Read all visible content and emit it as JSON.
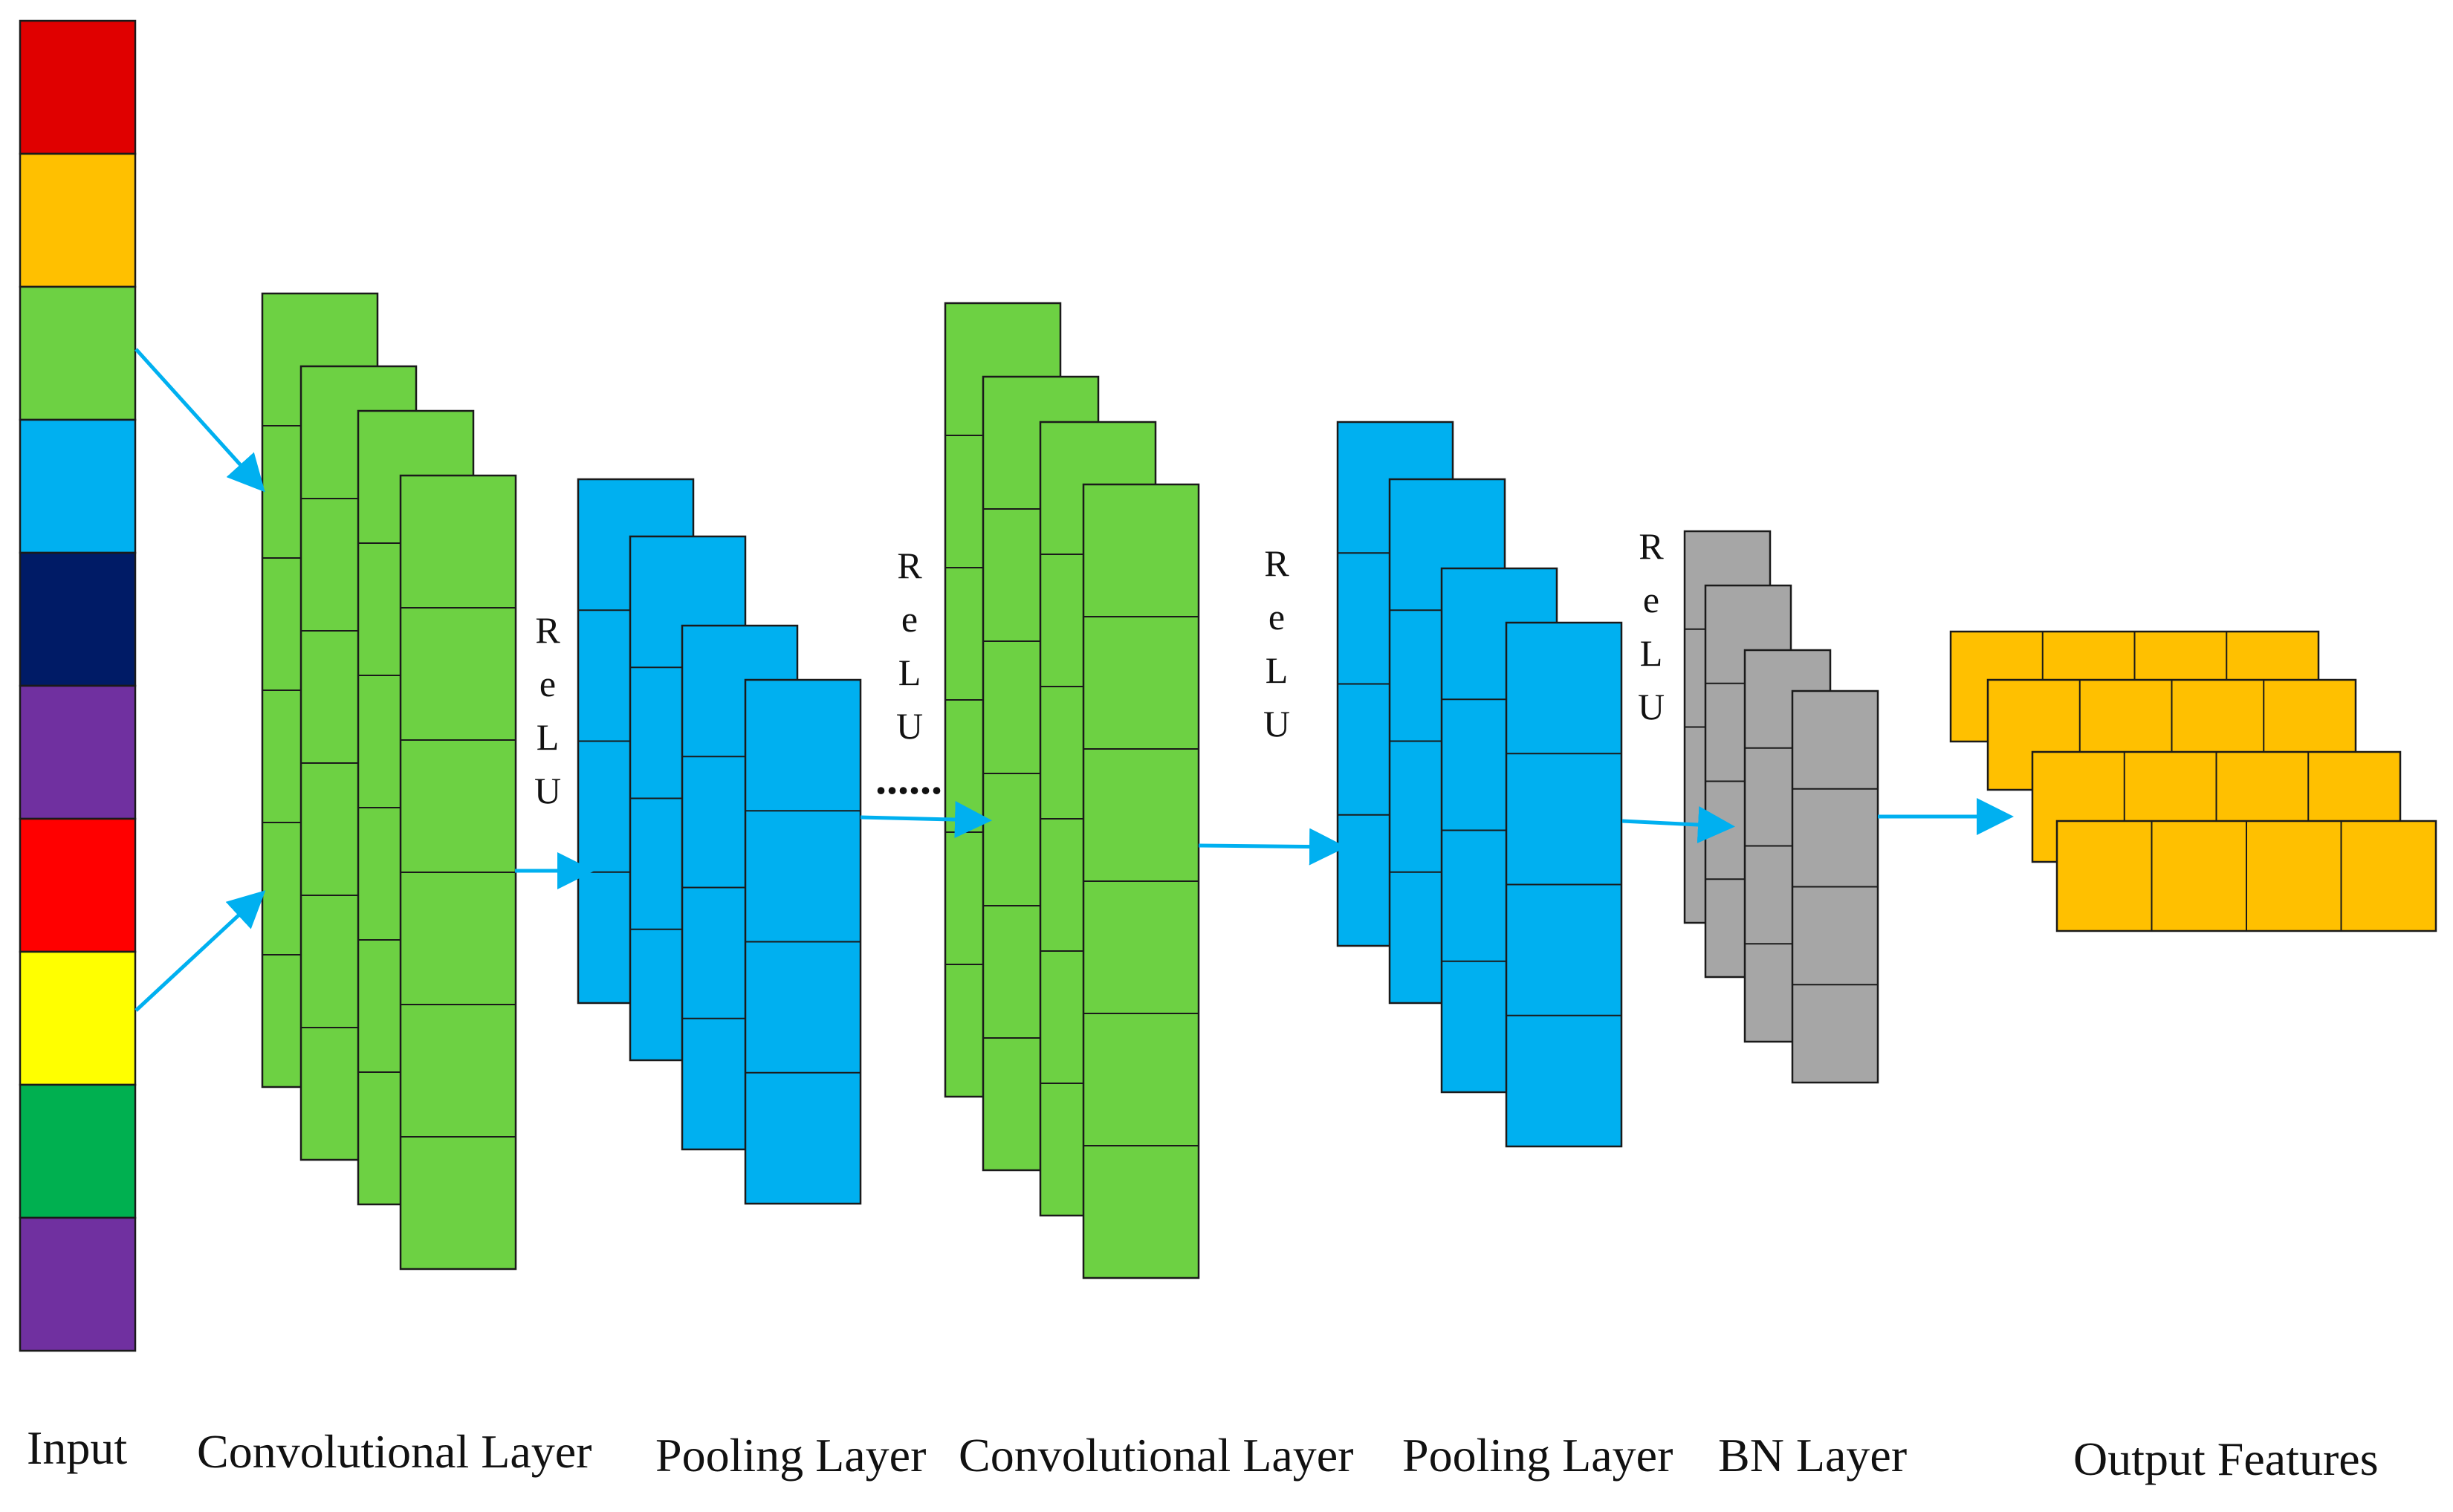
{
  "captions": {
    "input": "Input",
    "conv1": "Convolutional Layer",
    "pool1": "Pooling Layer",
    "conv2": "Convolutional Layer",
    "pool2": "Pooling Layer",
    "bn": "BN Layer",
    "output": "Output Features"
  },
  "activations": {
    "relu1": [
      "R",
      "e",
      "L",
      "U"
    ],
    "relu2": [
      "R",
      "e",
      "L",
      "U"
    ],
    "relu3": [
      "R",
      "e",
      "L",
      "U"
    ],
    "relu4": [
      "R",
      "e",
      "L",
      "U"
    ]
  },
  "ellipsis": "......",
  "colors": {
    "conv": "#6dd143",
    "pool": "#00b0f0",
    "bn": "#a6a6a6",
    "output": "#ffc000",
    "arrow": "#00b0f0",
    "stroke": "#1a1a1a",
    "input_cells": [
      "#e00000",
      "#ffc000",
      "#6dd143",
      "#00b0f0",
      "#001b66",
      "#7030a0",
      "#ff0000",
      "#ffff00",
      "#00b050",
      "#7030a0"
    ]
  }
}
